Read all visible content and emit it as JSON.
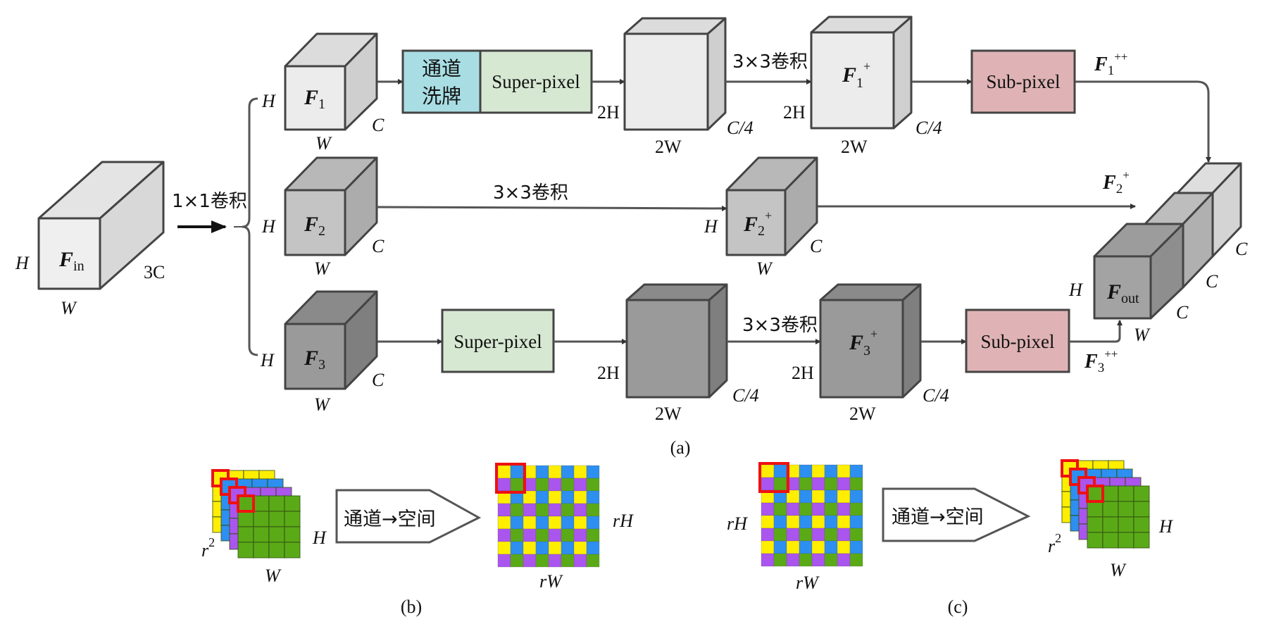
{
  "figure": {
    "panel_a": {
      "caption": "(a)",
      "input": {
        "name": "F",
        "sub": "in",
        "h": "H",
        "w": "W",
        "c": "3C"
      },
      "split_op": "1×1卷积",
      "branches": [
        {
          "feature": {
            "name": "F",
            "sub": "1",
            "h": "H",
            "w": "W",
            "c": "C"
          },
          "ops": [
            {
              "id": "channel-shuffle",
              "label_line1": "通道",
              "label_line2": "洗牌"
            },
            {
              "id": "super-pixel-1",
              "label": "Super-pixel"
            }
          ],
          "upsampled": {
            "h": "2H",
            "w": "2W",
            "c": "C/4"
          },
          "conv_label": "3×3卷积",
          "conv_out": {
            "name": "F",
            "sub": "1",
            "sup": "+",
            "h": "2H",
            "w": "2W",
            "c": "C/4"
          },
          "subpixel": {
            "label": "Sub-pixel"
          },
          "output": {
            "name": "F",
            "sub": "1",
            "sup": "++"
          }
        },
        {
          "feature": {
            "name": "F",
            "sub": "2",
            "h": "H",
            "w": "W",
            "c": "C"
          },
          "conv_label": "3×3卷积",
          "conv_out": {
            "name": "F",
            "sub": "2",
            "sup": "+",
            "h": "H",
            "w": "W",
            "c": "C"
          }
        },
        {
          "feature": {
            "name": "F",
            "sub": "3",
            "h": "H",
            "w": "W",
            "c": "C"
          },
          "ops": [
            {
              "id": "super-pixel-3",
              "label": "Super-pixel"
            }
          ],
          "upsampled": {
            "h": "2H",
            "w": "2W",
            "c": "C/4"
          },
          "conv_label": "3×3卷积",
          "conv_out": {
            "name": "F",
            "sub": "3",
            "sup": "+",
            "h": "2H",
            "w": "2W",
            "c": "C/4"
          },
          "subpixel": {
            "label": "Sub-pixel"
          },
          "output": {
            "name": "F",
            "sub": "3",
            "sup": "++"
          }
        }
      ],
      "output": {
        "name": "F",
        "sub": "out",
        "h": "H",
        "w": "W",
        "c_labels": [
          "C",
          "C",
          "C"
        ],
        "f2_label": {
          "name": "F",
          "sub": "2",
          "sup": "+"
        }
      }
    },
    "panel_b": {
      "caption": "(b)",
      "arrow_label": "通道→空间",
      "stack": {
        "depth": "r",
        "depth_sup": "2",
        "h": "H",
        "w": "W"
      },
      "grid": {
        "h": "rH",
        "w": "rW"
      }
    },
    "panel_c": {
      "caption": "(c)",
      "arrow_label": "通道→空间",
      "grid": {
        "h": "rH",
        "w": "rW"
      },
      "stack": {
        "depth": "r",
        "depth_sup": "2",
        "h": "H",
        "w": "W"
      }
    },
    "colors": {
      "shuffle_box": "#a8dde3",
      "superpixel_box": "#d6e8d2",
      "subpixel_box": "#dfb3b5",
      "light_cube": "#ececec",
      "mid_cube": "#bdbdbd",
      "dark_cube": "#9a9a9a",
      "yellow": "#ffee00",
      "blue": "#2d8ff0",
      "purple": "#aa55ee",
      "green": "#5aaa18",
      "highlight": "#ee1111"
    }
  }
}
